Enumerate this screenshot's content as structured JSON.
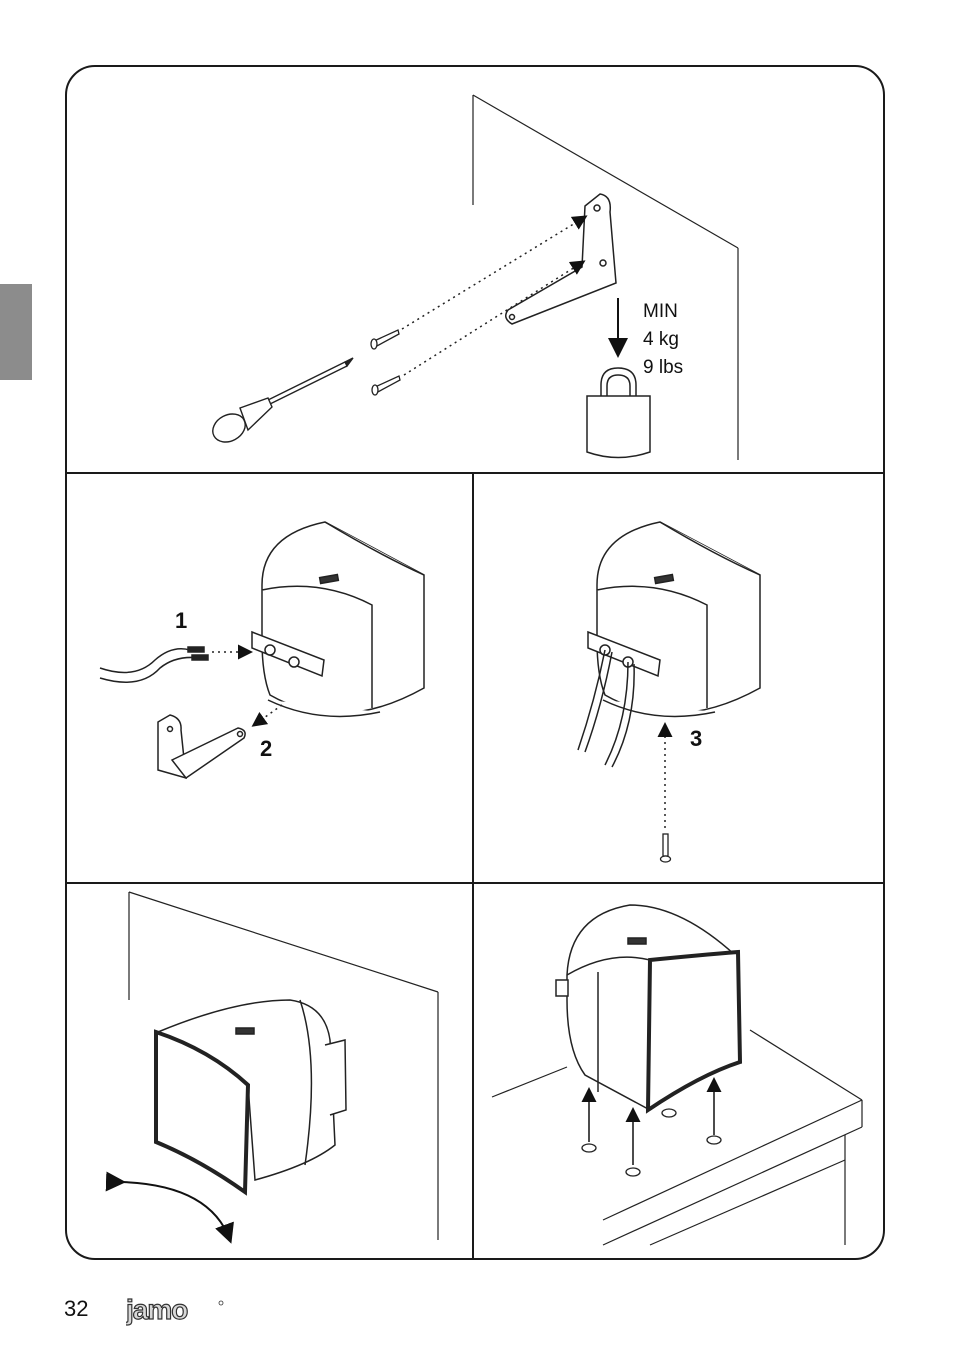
{
  "panel_top": {
    "weight_label": [
      "MIN",
      "4 kg",
      "9 lbs"
    ]
  },
  "panel_middle_left": {
    "step_1": "1",
    "step_2": "2"
  },
  "panel_middle_right": {
    "step_3": "3"
  },
  "footer": {
    "page_number": "32",
    "brand": "Jamo"
  }
}
